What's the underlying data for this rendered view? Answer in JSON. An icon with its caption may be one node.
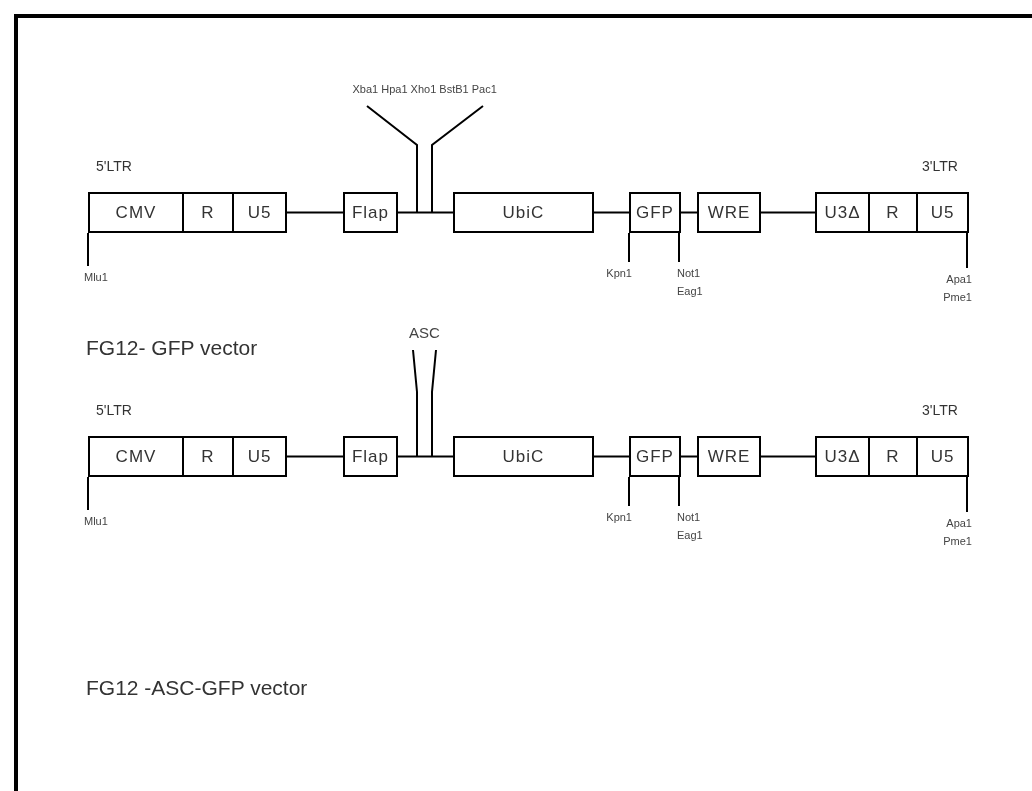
{
  "diagram": {
    "nodes": [
      {
        "text": [
          "CMV"
        ]
      },
      {
        "text": [
          "R"
        ]
      },
      {
        "text": [
          "U5"
        ]
      },
      {
        "text": [
          "Flap"
        ]
      },
      {
        "text": [
          "UbiC"
        ]
      },
      {
        "text": [
          "GFP"
        ]
      },
      {
        "text": [
          "WRE"
        ]
      },
      {
        "text": [
          "U3Δ"
        ]
      },
      {
        "text": [
          "R"
        ]
      },
      {
        "text": [
          "U5"
        ]
      },
      {
        "text": [
          "Mlu1"
        ]
      },
      {
        "text": [
          "Kpn1"
        ]
      },
      {
        "text": [
          "Not1",
          "Eag1"
        ]
      },
      {
        "text": [
          "Apa1",
          "Pme1"
        ]
      },
      {
        "text": [
          "Xba1 Hpa1 Xho1 BstB1 Pac1"
        ]
      },
      {
        "text": [
          "CMV"
        ]
      },
      {
        "text": [
          "R"
        ]
      },
      {
        "text": [
          "U5"
        ]
      },
      {
        "text": [
          "Flap"
        ]
      },
      {
        "text": [
          "UbiC"
        ]
      },
      {
        "text": [
          "GFP"
        ]
      },
      {
        "text": [
          "WRE"
        ]
      },
      {
        "text": [
          "U3Δ"
        ]
      },
      {
        "text": [
          "R"
        ]
      },
      {
        "text": [
          "U5"
        ]
      },
      {
        "text": [
          "Mlu1"
        ]
      },
      {
        "text": [
          "Kpn1"
        ]
      },
      {
        "text": [
          "Not1",
          "Eag1"
        ]
      },
      {
        "text": [
          "Apa1",
          "Pme1"
        ]
      },
      {
        "text": [
          "ASC"
        ]
      }
    ],
    "edges": [
      {
        "from": 2,
        "to": 3,
        "arrow": "none"
      },
      {
        "from": 3,
        "to": 4,
        "arrow": "none"
      },
      {
        "from": 4,
        "to": 5,
        "arrow": "none"
      },
      {
        "from": 5,
        "to": 6,
        "arrow": "none"
      },
      {
        "from": 6,
        "to": 7,
        "arrow": "none"
      },
      {
        "from": 10,
        "to": 0,
        "arrow": "none"
      },
      {
        "from": 11,
        "to": 5,
        "arrow": "none"
      },
      {
        "from": 12,
        "to": 5,
        "arrow": "none"
      },
      {
        "from": 13,
        "to": 9,
        "arrow": "none"
      },
      {
        "from": 14,
        "to": null,
        "arrow": "none"
      },
      {
        "from": 17,
        "to": 18,
        "arrow": "none"
      },
      {
        "from": 18,
        "to": 19,
        "arrow": "none"
      },
      {
        "from": 19,
        "to": 20,
        "arrow": "none"
      },
      {
        "from": 20,
        "to": 21,
        "arrow": "none"
      },
      {
        "from": 21,
        "to": 22,
        "arrow": "none"
      },
      {
        "from": 25,
        "to": 15,
        "arrow": "none"
      },
      {
        "from": 26,
        "to": 20,
        "arrow": "none"
      },
      {
        "from": 27,
        "to": 20,
        "arrow": "none"
      },
      {
        "from": 28,
        "to": 24,
        "arrow": "none"
      },
      {
        "from": 29,
        "to": null,
        "arrow": "none"
      }
    ],
    "labels": [
      "5'LTR",
      "3'LTR",
      "FG12- GFP vector",
      "5'LTR",
      "3'LTR",
      "FG12 -ASC-GFP vector"
    ]
  }
}
